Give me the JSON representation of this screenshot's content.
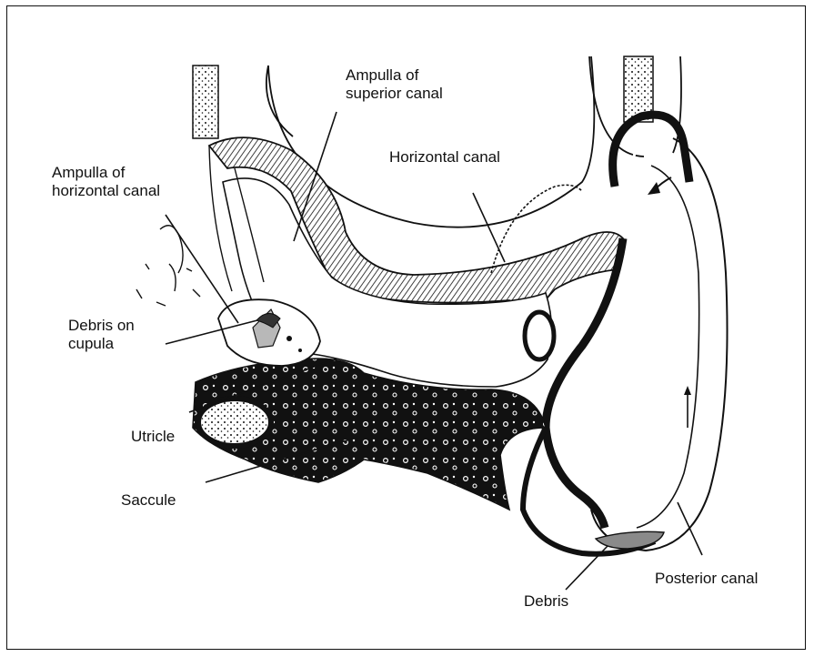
{
  "labels": {
    "ampulla_superior": "Ampulla of\nsuperior canal",
    "horizontal_canal": "Horizontal canal",
    "ampulla_horizontal": "Ampulla of\nhorizontal canal",
    "debris_on_cupula": "Debris on\ncupula",
    "utricle": "Utricle",
    "saccule": "Saccule",
    "debris": "Debris",
    "posterior_canal": "Posterior canal"
  },
  "colors": {
    "ink": "#111111",
    "debris_gray": "#8a8a8a",
    "cupula_gray": "#b8b8b8"
  }
}
